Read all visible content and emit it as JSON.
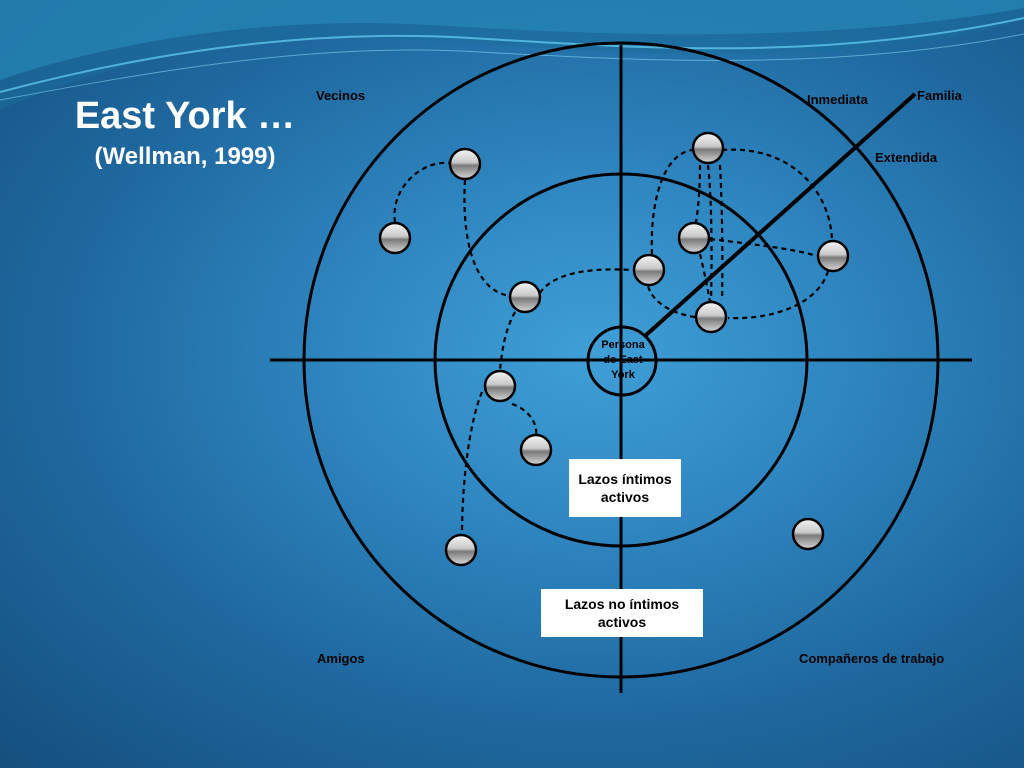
{
  "title": {
    "main": "East York …",
    "sub": "(Wellman, 1999)"
  },
  "quadrants": {
    "top_left": "Vecinos",
    "top_right": "Inmediata",
    "family": "Familia",
    "extended": "Extendida",
    "bottom_left": "Amigos",
    "bottom_right": "Compañeros de trabajo"
  },
  "center": {
    "line1": "Persona",
    "line2": "de East",
    "line3": "York"
  },
  "boxes": {
    "inner_line1": "Lazos íntimos",
    "inner_line2": "activos",
    "outer_line1": "Lazos no íntimos",
    "outer_line2": "activos"
  },
  "colors": {
    "line": "#000000",
    "node_light": "#f2f2f2",
    "node_dark": "#6a6a6a",
    "box_bg": "#ffffff"
  },
  "nodes": [
    {
      "id": "n1"
    },
    {
      "id": "n2"
    },
    {
      "id": "n3"
    },
    {
      "id": "n4"
    },
    {
      "id": "n5"
    },
    {
      "id": "n6"
    },
    {
      "id": "n7"
    },
    {
      "id": "n8"
    },
    {
      "id": "n9"
    },
    {
      "id": "n10"
    },
    {
      "id": "n11"
    },
    {
      "id": "n12"
    },
    {
      "id": "n13"
    }
  ]
}
